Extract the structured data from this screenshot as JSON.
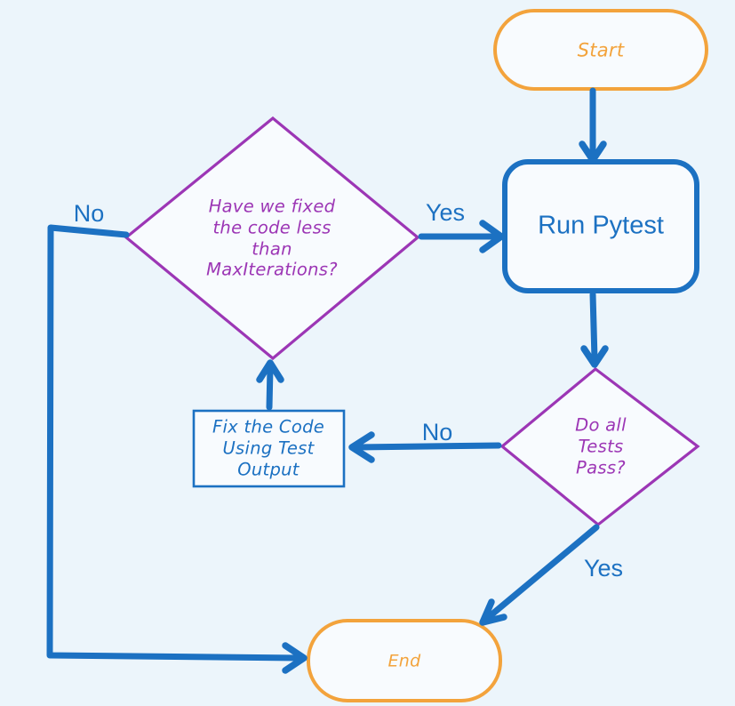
{
  "diagram": {
    "title": "Pytest fix loop flowchart",
    "background": "#ecf5fb",
    "palette": {
      "blue": "#1c71c2",
      "purple": "#9c36b5",
      "orange": "#f3a33c",
      "node_fill": "#f8fbfe"
    },
    "nodes": {
      "start": {
        "type": "terminator",
        "label": "Start"
      },
      "run_pytest": {
        "type": "process",
        "label": "Run Pytest"
      },
      "tests_pass": {
        "type": "decision",
        "label": "Do all\nTests\nPass?"
      },
      "max_iterations": {
        "type": "decision",
        "label": "Have we fixed\nthe code less\nthan\nMaxIterations?"
      },
      "fix_code": {
        "type": "process",
        "label": "Fix the Code\nUsing Test\nOutput"
      },
      "end": {
        "type": "terminator",
        "label": "End"
      }
    },
    "edges": {
      "start_to_run_pytest": {
        "label": ""
      },
      "max_iterations_yes_to_run_pytest": {
        "label": "Yes"
      },
      "run_pytest_to_tests_pass": {
        "label": ""
      },
      "tests_pass_no_to_fix_code": {
        "label": "No"
      },
      "fix_code_to_max_iterations": {
        "label": ""
      },
      "max_iterations_no_to_end": {
        "label": "No"
      },
      "tests_pass_yes_to_end": {
        "label": "Yes"
      }
    }
  }
}
